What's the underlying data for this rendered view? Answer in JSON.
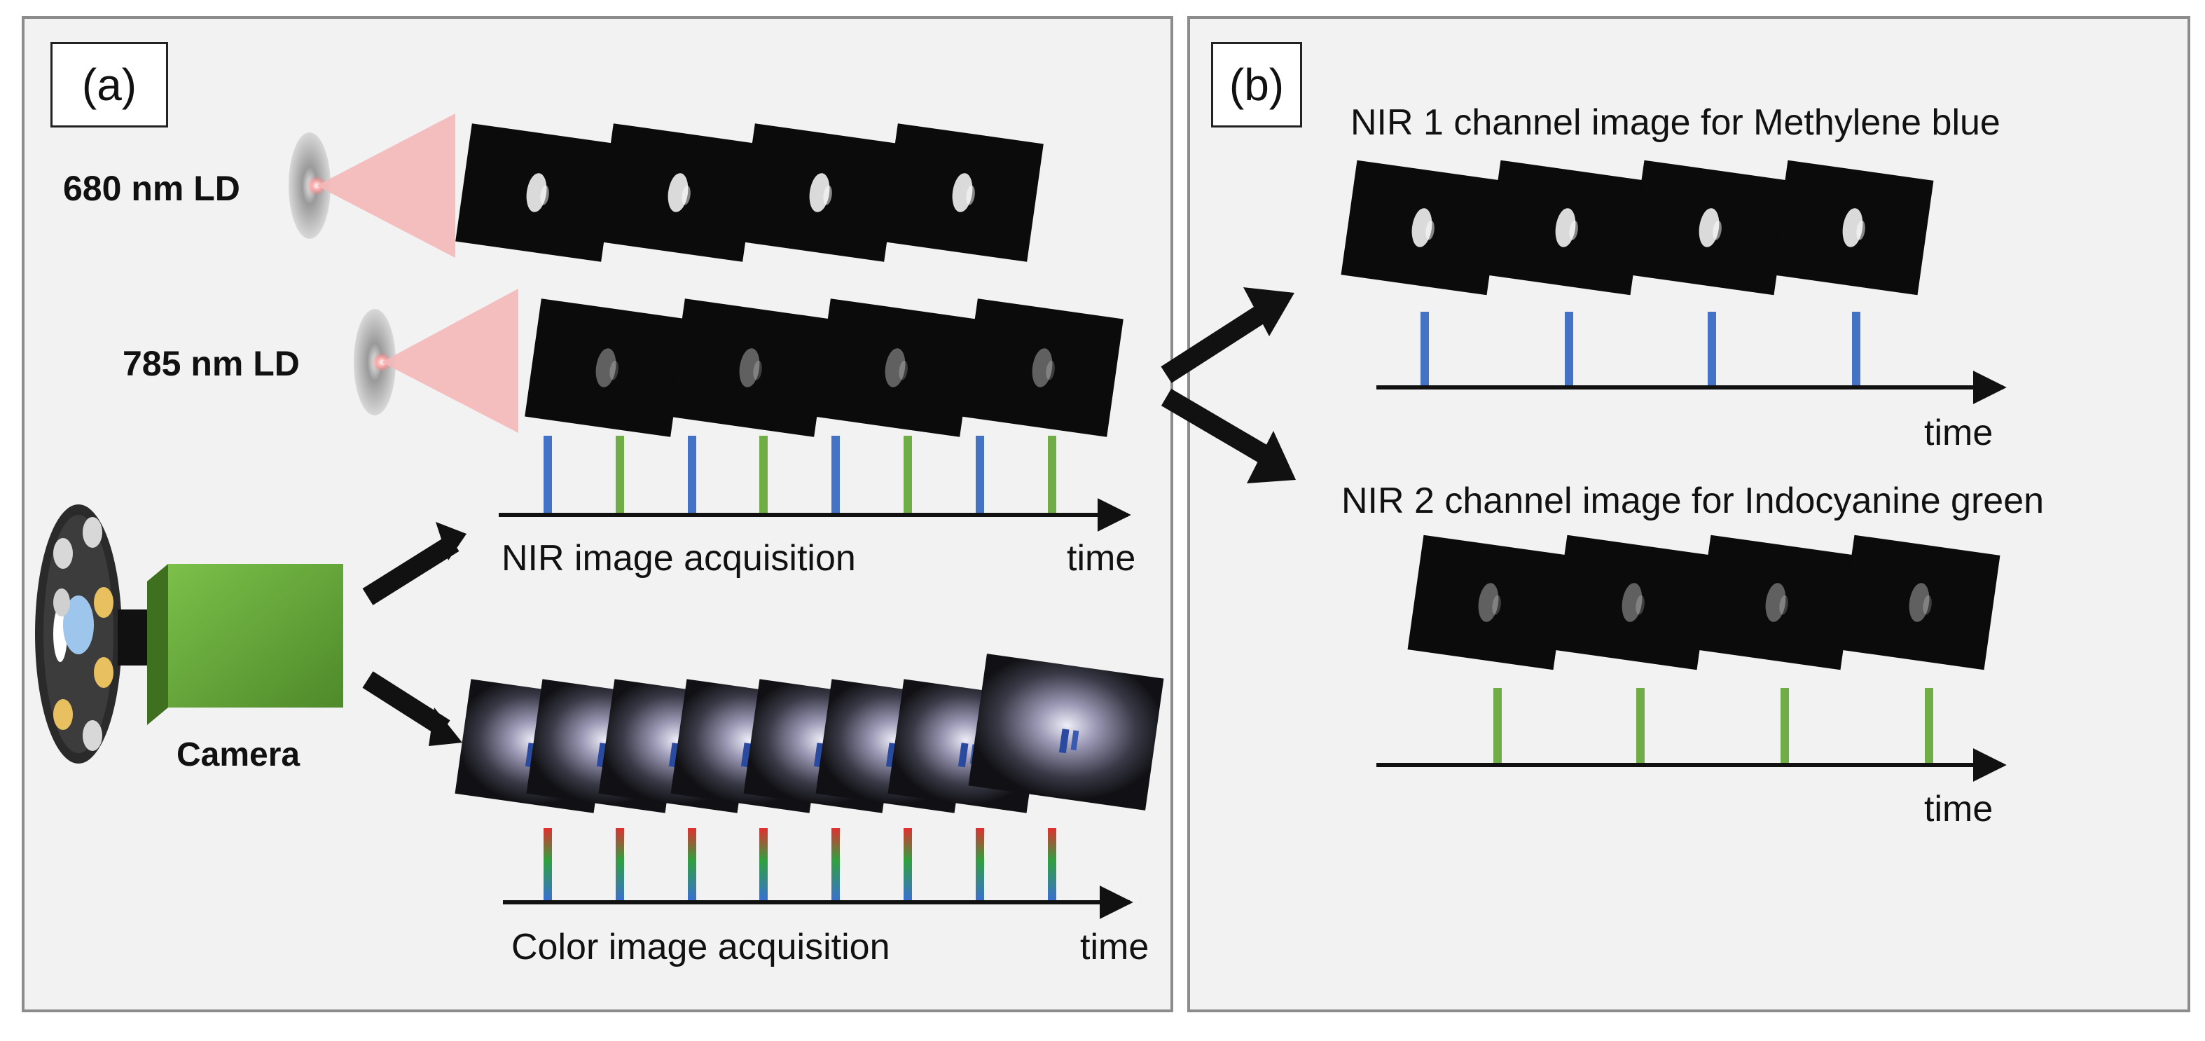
{
  "panel_a": {
    "tag": "(a)",
    "laser_680": "680 nm LD",
    "laser_785": "785 nm LD",
    "camera": "Camera",
    "nir_acquisition": "NIR image acquisition",
    "nir_time": "time",
    "color_acquisition": "Color image acquisition",
    "color_time": "time"
  },
  "panel_b": {
    "tag": "(b)",
    "nir1_title": "NIR 1 channel image for Methylene blue",
    "nir1_time": "time",
    "nir2_title": "NIR 2 channel image for Indocyanine green",
    "nir2_time": "time"
  },
  "colors": {
    "panel_bg": "#f2f2f2",
    "border": "#8c8c8c",
    "pulse_blue": "#4472c4",
    "pulse_green": "#70ad47",
    "camera_green": "#6aaa3a",
    "laser_beam": "#f4b8b8"
  }
}
